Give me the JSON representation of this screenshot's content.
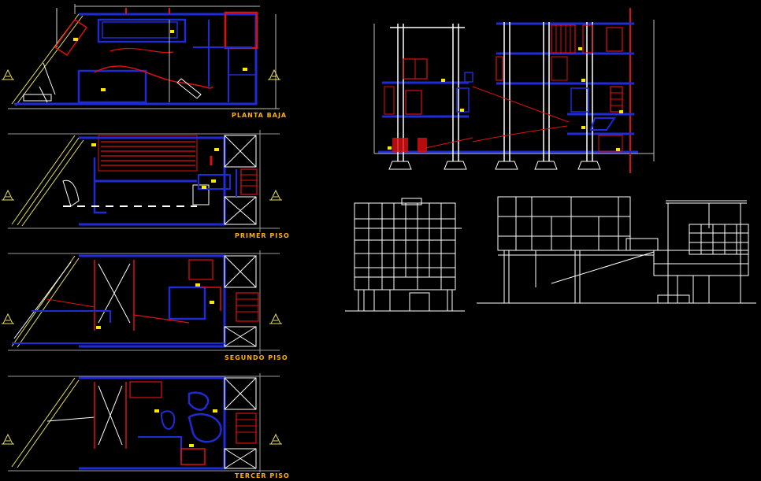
{
  "labels": {
    "planta_baja": "PLANTA BAJA",
    "primer_piso": "PRIMER PISO",
    "segundo_piso": "SEGUNDO PISO",
    "tercer_piso": "TERCER PISO"
  },
  "colors": {
    "background": "#000000",
    "wall_blue": "#1e2bd6",
    "wall_red": "#e01010",
    "line_white": "#ffffff",
    "line_gray": "#9a9a9a",
    "line_yellow": "#e8e060",
    "tag_yellow": "#ffe800",
    "label_orange": "#ffb000"
  },
  "icons": {
    "north_marker": "north-arrow-icon"
  }
}
